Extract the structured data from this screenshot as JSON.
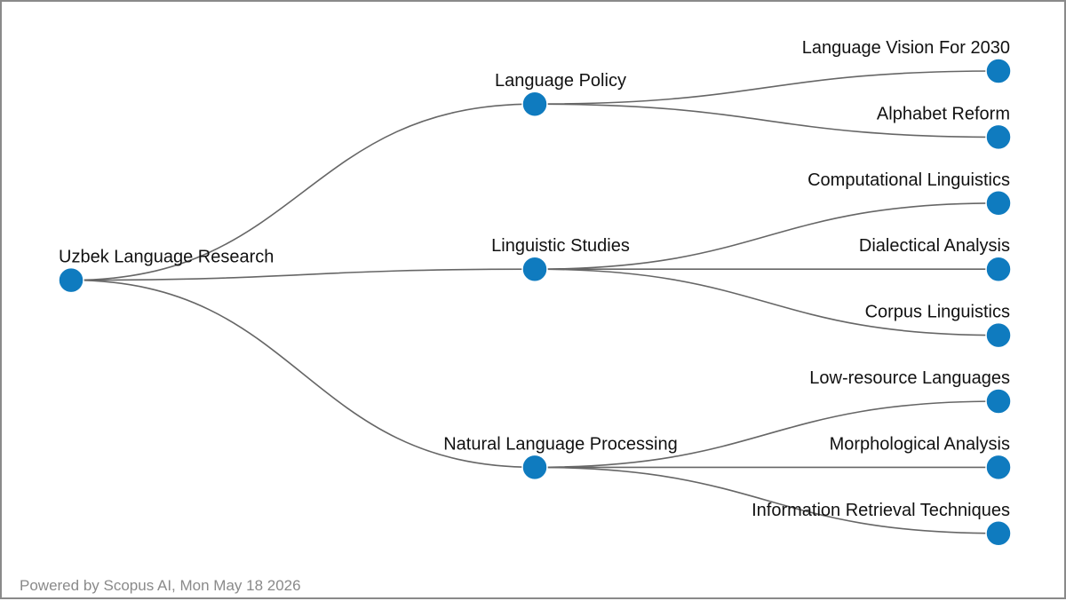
{
  "tree": {
    "label": "Uzbek Language Research",
    "children": [
      {
        "label": "Language Policy",
        "children": [
          {
            "label": "Language Vision For 2030"
          },
          {
            "label": "Alphabet Reform"
          }
        ]
      },
      {
        "label": "Linguistic Studies",
        "children": [
          {
            "label": "Computational Linguistics"
          },
          {
            "label": "Dialectical Analysis"
          },
          {
            "label": "Corpus Linguistics"
          }
        ]
      },
      {
        "label": "Natural Language Processing",
        "children": [
          {
            "label": "Low-resource Languages"
          },
          {
            "label": "Morphological Analysis"
          },
          {
            "label": "Information Retrieval Techniques"
          }
        ]
      }
    ]
  },
  "colors": {
    "node": "#0f7bbf",
    "link": "#666666",
    "label": "#111111"
  },
  "footer": {
    "credit": "Powered by Scopus AI, Mon May 18 2026"
  }
}
